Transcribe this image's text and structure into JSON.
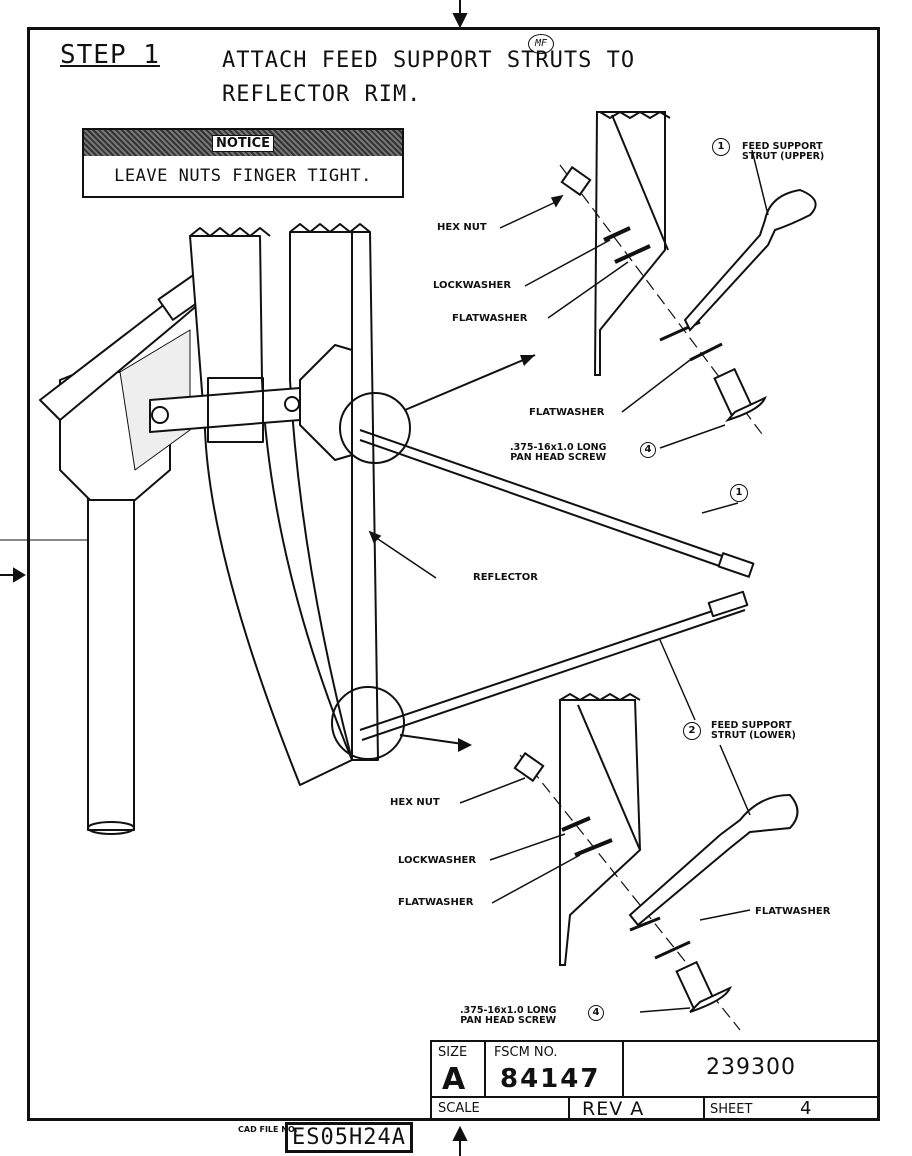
{
  "header": {
    "step": "STEP 1",
    "title_line1": "ATTACH FEED SUPPORT STRUTS TO",
    "title_line2": "REFLECTOR RIM.",
    "mark": "MF"
  },
  "notice": {
    "heading": "NOTICE",
    "text": "LEAVE NUTS FINGER TIGHT."
  },
  "upper_detail": {
    "hex_nut": "HEX NUT",
    "lockwasher": "LOCKWASHER",
    "flatwasher_1": "FLATWASHER",
    "flatwasher_2": "FLATWASHER",
    "screw_line1": ".375-16x1.0 LONG",
    "screw_line2": "PAN HEAD SCREW",
    "screw_ref": "4",
    "strut_ref": "1",
    "strut_line1": "FEED SUPPORT",
    "strut_line2": "STRUT (UPPER)"
  },
  "main": {
    "reflector": "REFLECTOR",
    "strut_ref": "1"
  },
  "lower_detail": {
    "strut_ref": "2",
    "strut_line1": "FEED SUPPORT",
    "strut_line2": "STRUT (LOWER)",
    "hex_nut": "HEX NUT",
    "lockwasher": "LOCKWASHER",
    "flatwasher_1": "FLATWASHER",
    "flatwasher_2": "FLATWASHER",
    "screw_line1": ".375-16x1.0 LONG",
    "screw_line2": "PAN HEAD SCREW",
    "screw_ref": "4"
  },
  "title_block": {
    "size_label": "SIZE",
    "size_value": "A",
    "fscm_label": "FSCM NO.",
    "fscm_value": "84147",
    "drawing_no": "239300",
    "scale_label": "SCALE",
    "rev": "REV A",
    "sheet_label": "SHEET",
    "sheet_value": "4"
  },
  "footer": {
    "cad_label": "CAD FILE NO.",
    "file_no": "ES05H24A"
  }
}
